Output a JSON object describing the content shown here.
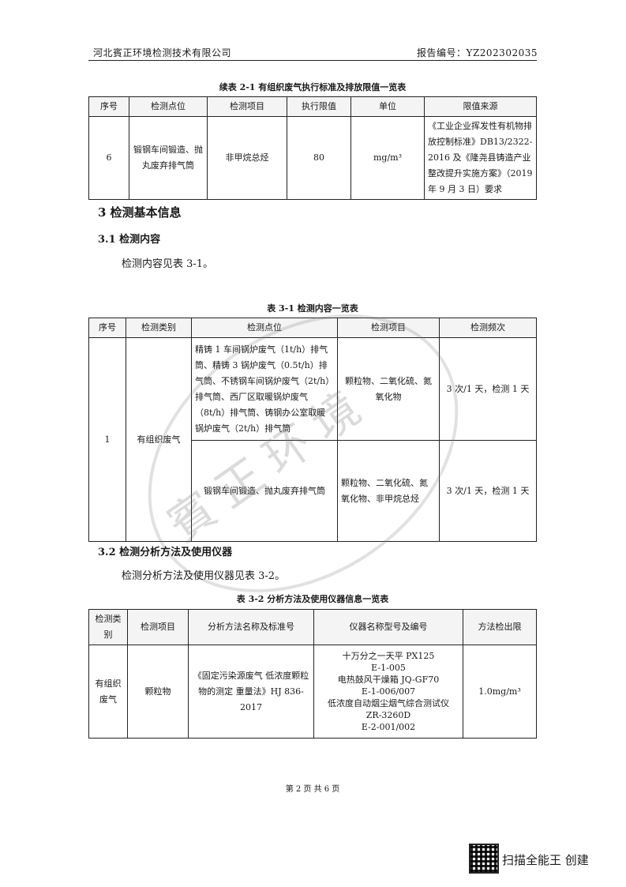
{
  "header": {
    "company": "河北賓正环境检测技术有限公司",
    "report_no_label": "报告编号：",
    "report_no": "YZ202302035"
  },
  "table21": {
    "caption": "续表 2-1 有组织废气执行标准及排放限值一览表",
    "columns": [
      "序号",
      "检测点位",
      "检测项目",
      "执行限值",
      "单位",
      "限值来源"
    ],
    "row": {
      "no": "6",
      "point": "锻钢车间锻造、抛丸废弃排气筒",
      "item": "非甲烷总烃",
      "limit": "80",
      "unit": "mg/m³",
      "source": "《工业企业挥发性有机物排放控制标准》DB13/2322-2016 及《隆尧县铸造产业整改提升实施方案》（2019 年 9 月 3 日）要求"
    }
  },
  "section3": {
    "title": "3  检测基本信息"
  },
  "section31": {
    "title": "3.1 检测内容",
    "text": "检测内容见表 3-1。"
  },
  "table31": {
    "caption": "表 3-1 检测内容一览表",
    "columns": [
      "序号",
      "检测类别",
      "检测点位",
      "检测项目",
      "检测频次"
    ],
    "no": "1",
    "category": "有组织废气",
    "rows": [
      {
        "point": "精铸 1 车间锅炉废气（1t/h）排气筒、精铸 3 锅炉废气（0.5t/h）排气筒、不锈钢车间锅炉废气（2t/h）排气筒、西厂区取暖锅炉废气（8t/h）排气筒、铸钢办公室取暖锅炉废气（2t/h）排气筒",
        "items": "颗粒物、二氧化硫、氮氧化物",
        "freq": "3 次/1 天，检测 1 天"
      },
      {
        "point": "锻钢车间锻造、抛丸废弃排气筒",
        "items": "颗粒物、二氧化硫、氮氧化物、非甲烷总烃",
        "freq": "3 次/1 天，检测 1 天"
      }
    ]
  },
  "section32": {
    "title": "3.2  检测分析方法及使用仪器",
    "text": "检测分析方法及使用仪器见表 3-2。"
  },
  "table32": {
    "caption": "表 3-2 分析方法及使用仪器信息一览表",
    "columns": [
      "检测类别",
      "检测项目",
      "分析方法名称及标准号",
      "仪器名称型号及编号",
      "方法检出限"
    ],
    "row": {
      "category": "有组织废气",
      "item": "颗粒物",
      "method": "《固定污染源废气 低浓度颗粒物的测定 重量法》HJ 836-2017",
      "instruments": [
        "十万分之一天平 PX125",
        "E-1-005",
        "电热鼓风干燥箱 JQ-GF70",
        "E-1-006/007",
        "低浓度自动烟尘烟气综合测试仪",
        "ZR-3260D",
        "E-2-001/002"
      ],
      "limit": "1.0mg/m³"
    }
  },
  "footer": {
    "page": "第 2 页 共 6 页"
  },
  "watermark": {
    "scan_label": "扫描全能王 创建"
  }
}
